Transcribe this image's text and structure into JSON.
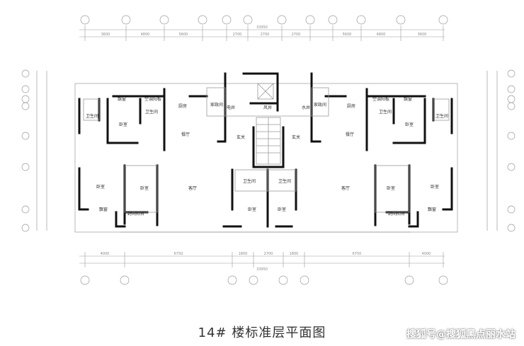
{
  "title": "14# 楼标准层平面图",
  "watermark": "搜狐号@搜狐黑点丽水站",
  "dimensions": {
    "top_total": "33950",
    "top_segments": [
      "3600",
      "4800",
      "5600",
      "2700",
      "2700",
      "2700",
      "5600",
      "4800",
      "3600"
    ],
    "bottom_total": "33950",
    "bottom_segments": [
      "4000",
      "6750",
      "1800",
      "2700",
      "1800",
      "6750",
      "4000"
    ]
  },
  "rooms": {
    "left": {
      "bath1": "卫生间",
      "study": "飘窗",
      "ac": "空调阳板",
      "bed_small": "卧室",
      "bath2": "卫生间",
      "kitchen": "厨房",
      "family": "家政间",
      "dining": "餐厅",
      "bed_big": "卧室",
      "bed_mid": "卧室",
      "living": "客厅",
      "bay": "飘窗",
      "balcony": "封闭阳台"
    },
    "core": {
      "shaft": "风井",
      "duct_left": "电井",
      "duct_right": "水井",
      "hall_left": "玄关",
      "hall_right": "玄关",
      "bath_left": "卫生间",
      "bath_right": "卫生间",
      "bed_left": "卧室",
      "bed_right": "卧室"
    },
    "right": {
      "bath1": "卫生间",
      "study": "飘窗",
      "ac": "空调阳板",
      "bed_small": "卧室",
      "bath2": "卫生间",
      "kitchen": "厨房",
      "family": "家政间",
      "dining": "餐厅",
      "bed_big": "卧室",
      "bed_mid": "卧室",
      "living": "客厅",
      "bay": "飘窗",
      "balcony": "封闭阳台"
    }
  },
  "colors": {
    "wall": "#111111",
    "thin": "#9a9a9a",
    "text": "#333333"
  }
}
